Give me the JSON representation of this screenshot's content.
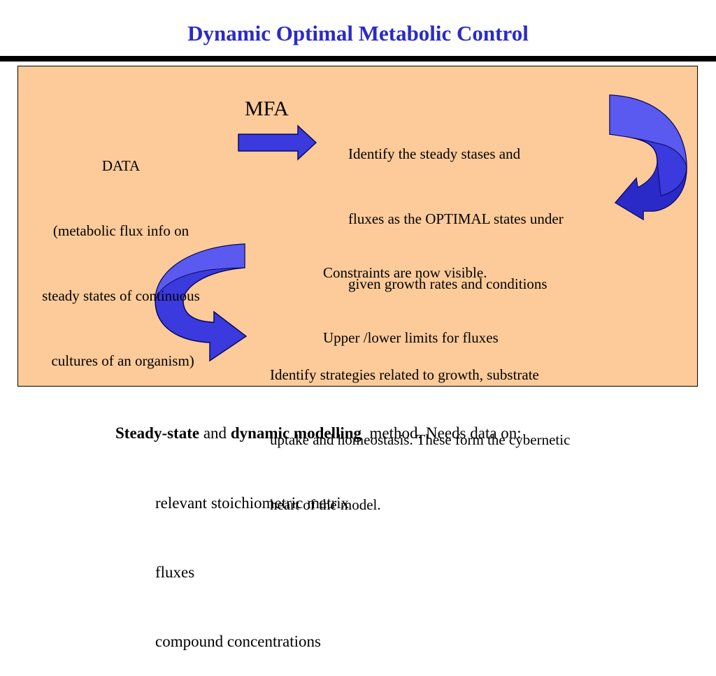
{
  "slide": {
    "title": "Dynamic Optimal Metabolic Control"
  },
  "diagram": {
    "data_block": {
      "line1": "DATA",
      "line2": "(metabolic flux info on",
      "line3": "steady states of continuous",
      "line4": " cultures of an organism)"
    },
    "mfa_label": "MFA",
    "identify_steady": {
      "line1": "Identify the steady stases and",
      "line2": "fluxes as the OPTIMAL states under",
      "line3": "given growth rates and conditions"
    },
    "constraints": {
      "line1": "Constraints are now visible.",
      "line2": "Upper /lower limits for fluxes"
    },
    "identify_strategies": {
      "line1": "Identify strategies related to growth, substrate",
      "line2": "uptake and homeostasis. These form the cybernetic",
      "line3": "heart of the model."
    },
    "arrow_color": "#3a3adf",
    "arrow_outline": "#0a0a5a",
    "panel_color": "#fdcb9a"
  },
  "bottom_text": {
    "bold1": "Steady-state",
    "mid1": " and ",
    "bold2": "dynamic modelling",
    "rest": "  method. Needs data on:",
    "items": [
      "relevant stoichiometric matrix",
      "fluxes",
      "compound concentrations"
    ]
  }
}
